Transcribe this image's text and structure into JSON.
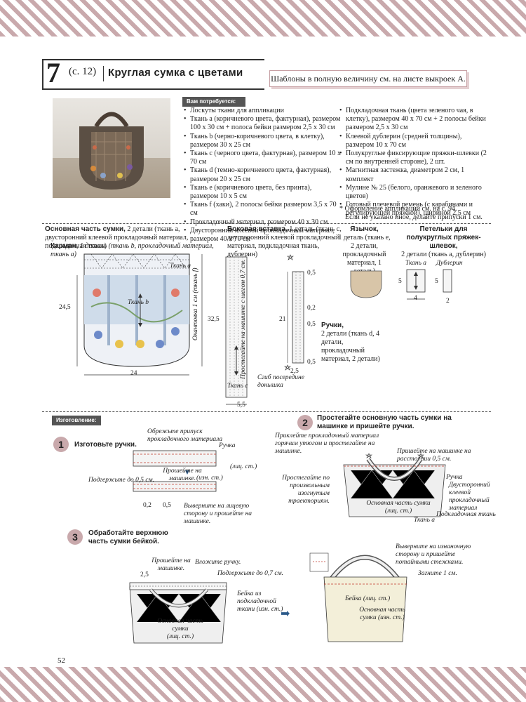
{
  "header": {
    "number": "7",
    "page_ref": "(с. 12)",
    "title": "Круглая сумка с цветами",
    "note": "Шаблоны в полную величину см. на листе выкроек А."
  },
  "materials": {
    "badge": "Вам потребуется:",
    "left": [
      "Лоскуты ткани для аппликации",
      "Ткань а (коричневого цвета, фактурная), размером 100 х 30 см + полоса бейки размером 2,5 х 30 см",
      "Ткань b (черно-коричневого цвета, в клетку), размером 30 х 25 см",
      "Ткань с (черного цвета, фактурная), размером 10 х 70 см",
      "Ткань d (темно-коричневого цвета, фактурная), размером 20 х 25 см",
      "Ткань е (коричневого цвета, без принта), размером 10 х 5 см",
      "Ткань f (хаки), 2 полосы бейки размером 3,5 х 70 см",
      "Прокладочный материал, размером 40 х 30 см",
      "Двусторонний клеевой прокладочный материал, размером 40 х 70 см"
    ],
    "right": [
      "Подкладочная ткань (цвета зеленого чая, в клетку), размером 40 х 70 см + 2 полосы бейки размером 2,5 х 30 см",
      "Клеевой дублерин (средней толщины), размером 10 х 70 см",
      "Полукруглые фиксирующие пряжки-шлевки (2 см по внутренней стороне), 2 шт.",
      "Магнитная застежка, диаметром 2 см, 1 комплект",
      "Мулине № 25 (белого, оранжевого и зеленого цветов)",
      "Готовый плечевой ремень (с карабинами и регулирующей пряжкой), шириной 2,5 см"
    ],
    "footnote_1": "* Оформление аппликаций см. на с. 94.",
    "footnote_2": "Если не указано иное, делайте припуски 1 см."
  },
  "patterns": {
    "main": {
      "cap1_bold": "Основная часть сумки,",
      "cap1": " 2 детали (ткань а, двусторонний клеевой прокладочный материал, подкладочная ткань)",
      "cap2_bold": "Карман,",
      "cap2": " 1 деталь (ткань b, прокладочный материал, ткань а)",
      "fabric_a": "Ткань а",
      "fabric_b": "Ткань b",
      "quilt": "Окантовка 1 см (ткань f)",
      "height": "24,5",
      "width": "24",
      "total_height": "32,5"
    },
    "side": {
      "cap_bold": "Боковая вставка,",
      "cap": " 1 деталь (ткань с, двусторонний клеевой прокладочный материал, подкладочная ткань, дублерин)",
      "stitch": "Простегайте на машинке с шагом 0,7 см.",
      "fabric_c": "Ткань с",
      "fold": "Сгиб посередине донышка",
      "width": "5,5"
    },
    "handles": {
      "cap_bold": "Ручки,",
      "cap": "2 детали (ткань d, 4 детали, прокладочный материал, 2 детали)",
      "d1": "0,5",
      "d2": "0,2",
      "d3": "0,5",
      "d4": "0,5",
      "len": "21",
      "w": "2,5"
    },
    "tab": {
      "cap_bold": "Язычок,",
      "cap": "1 деталь (ткань е, 2 детали, прокладочный материал, 1 деталь)"
    },
    "loops": {
      "cap_bold": "Петельки для полукруглых пряжек-шлевок,",
      "cap": "2 детали (ткань а, дублерин)",
      "fabric_a": "Ткань а",
      "dubl": "Дублерин",
      "h1": "5",
      "w1": "4",
      "h2": "5",
      "w2": "2"
    }
  },
  "making": {
    "badge": "Изготовление:",
    "step1": {
      "num": "1",
      "title": "Изготовьте ручки.",
      "trim": "Обрежьте припуск прокладочного материала",
      "handle": "Ручка",
      "right_side": "(лиц. ст.)",
      "stitched": "Прошейте на машинке.",
      "wrong_side": "(изн. ст.)",
      "fold": "Подгержьте до 0,5 см.",
      "turn": "Выверните на лицевую сторону и прошейте на машинке.",
      "d1": "0,2",
      "d2": "0,5"
    },
    "step2": {
      "num": "2",
      "title": "Простегайте основную часть сумки на машинке и пришейте ручки.",
      "iron": "Приклейте прокладочный материал горячим утюгом и простегайте на машинке.",
      "attach": "Пришейте на машинке на расстоянии 0,5 см.",
      "handle": "Ручка",
      "quilt": "Простегайте по произвольным изогнутым траекториям.",
      "interf": "Двусторонний клеевой прокладочный материал",
      "lining": "Подкладочная ткань",
      "body": "Основная часть сумки",
      "body_side": "(лиц. ст.)",
      "fabric_a": "Ткань а"
    },
    "step3": {
      "num": "3",
      "title": "Обработайте верхнюю часть сумки бейкой.",
      "stitched": "Прошейте на машинке.",
      "insert": "Вложите ручку.",
      "fold": "Подгержьте до 0,7 см.",
      "dim": "2,5",
      "binding": "Бейка из подкладочной ткани (изн. ст.)",
      "body": "Основная часть сумки",
      "body_side": "(лиц. ст.)",
      "turn": "Выверните на изнаночную сторону и пришейте потайными стежками.",
      "fold1": "Загните 1 см.",
      "binding2": "Бейка (лиц. ст.)",
      "body2": "Основная часть",
      "body2b": "сумки (изн. ст.)"
    }
  },
  "page_number": "52",
  "colors": {
    "stripe": "#c9a9ac",
    "badge": "#555555",
    "tab_fill": "#d8c5a8",
    "lining_fill": "#f3efd9"
  }
}
